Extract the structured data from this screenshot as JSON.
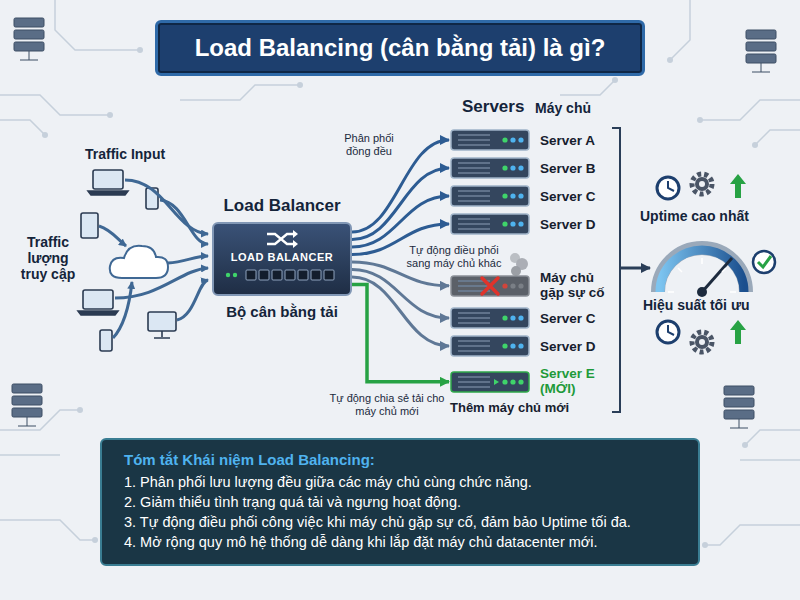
{
  "diagram": {
    "title": "Load Balancing (cân bằng tải) là gì?",
    "nodes": [
      {
        "text": [
          "Load Balancer",
          "LOAD BALANCER",
          "Bộ cân bằng tải"
        ]
      },
      {
        "text": [
          "Server A"
        ]
      },
      {
        "text": [
          "Server B"
        ]
      },
      {
        "text": [
          "Server C"
        ]
      },
      {
        "text": [
          "Server D"
        ]
      },
      {
        "text": [
          "Máy chủ gặp sự cố"
        ]
      },
      {
        "text": [
          "Server C"
        ]
      },
      {
        "text": [
          "Server D"
        ]
      },
      {
        "text": [
          "Server E (MỚI)",
          "Thêm máy chủ mới"
        ]
      },
      {
        "text": [
          "Tóm tắt Khái niệm Load Balancing:",
          "1. Phân phối lưu lượng đều giữa các máy chủ cùng chức năng.",
          "2. Giảm thiểu tình trạng quá tải và ngưng hoạt động.",
          "3. Tự động điều phối công việc khi máy chủ gặp sự cố, đảm bảo Uptime tối đa.",
          "4. Mở rộng quy mô hệ thống dễ dàng khi lắp đặt máy chủ datacenter mới."
        ]
      }
    ],
    "edges": [
      {
        "from": 0,
        "to": 1,
        "arrow": "to",
        "label": "Phân phối đồng đều"
      },
      {
        "from": 0,
        "to": 2,
        "arrow": "to"
      },
      {
        "from": 0,
        "to": 3,
        "arrow": "to"
      },
      {
        "from": 0,
        "to": 4,
        "arrow": "to"
      },
      {
        "from": 0,
        "to": 5,
        "arrow": "to",
        "label": "Tự động điều phối sang máy chủ khác"
      },
      {
        "from": 0,
        "to": 6,
        "arrow": "to"
      },
      {
        "from": 0,
        "to": 7,
        "arrow": "to"
      },
      {
        "from": 0,
        "to": 8,
        "arrow": "to",
        "label": "Tự động chia sẻ tải cho máy chủ mới"
      }
    ],
    "labels": [
      "Traffic Input",
      "Traffic lượng truy cập",
      "Servers",
      "Máy chủ",
      "Uptime cao nhất",
      "Hiệu suất tối ưu"
    ]
  }
}
